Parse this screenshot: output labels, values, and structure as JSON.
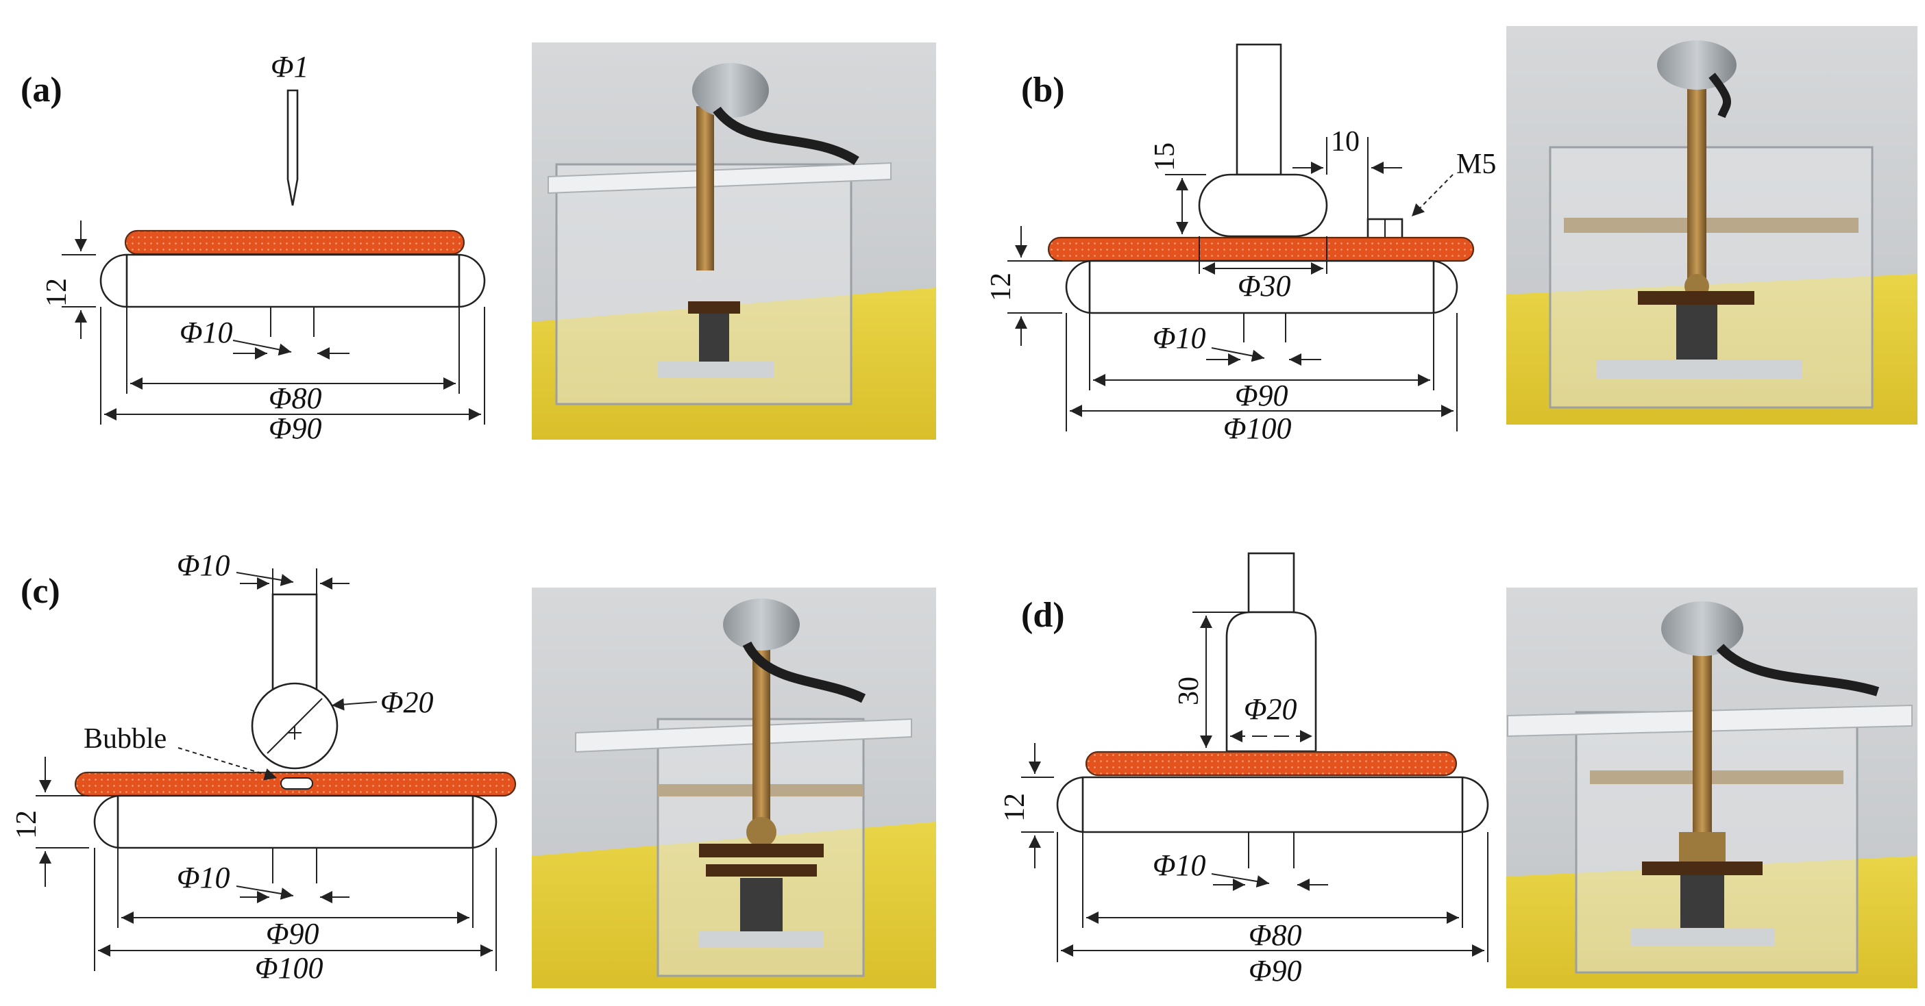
{
  "panels": [
    {
      "id": "a",
      "label": "(a)",
      "electrode": "Φ1",
      "dims": {
        "thickness": "12",
        "hole": "Φ10",
        "inner": "Φ80",
        "outer": "Φ90"
      }
    },
    {
      "id": "b",
      "label": "(b)",
      "dims": {
        "height": "15",
        "gap": "10",
        "thread": "M5",
        "electrode": "Φ30",
        "thickness": "12",
        "hole": "Φ10",
        "inner": "Φ90",
        "outer": "Φ100"
      }
    },
    {
      "id": "c",
      "label": "(c)",
      "dims": {
        "rod": "Φ10",
        "sphere": "Φ20",
        "bubble": "Bubble",
        "thickness": "12",
        "hole": "Φ10",
        "inner": "Φ90",
        "outer": "Φ100"
      }
    },
    {
      "id": "d",
      "label": "(d)",
      "dims": {
        "height": "30",
        "electrode": "Φ20",
        "thickness": "12",
        "hole": "Φ10",
        "inner": "Φ80",
        "outer": "Φ90"
      }
    }
  ],
  "colors": {
    "film": "#e4531e",
    "film_edge": "#5a2a12",
    "wall": "#c9cdd1",
    "bench": "#e6cf3a"
  }
}
